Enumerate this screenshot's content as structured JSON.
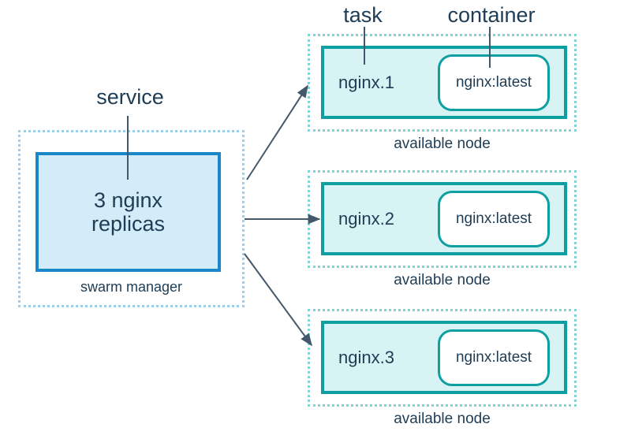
{
  "colors": {
    "text": "#1e3c55",
    "arrow": "#43586c",
    "teal_border": "#0e9fa2",
    "teal_fill": "#d8f3f4",
    "teal_dotted": "#82d3d6",
    "blue_border": "#1987c8",
    "blue_fill": "#d4ecfa",
    "blue_dotted": "#9bcfec",
    "container_bg": "#ffffff"
  },
  "annotations": {
    "task_label": "task",
    "container_label": "container",
    "service_label": "service"
  },
  "service": {
    "line1": "3 nginx",
    "line2": "replicas",
    "caption": "swarm manager"
  },
  "nodes": [
    {
      "task": "nginx.1",
      "container": "nginx:latest",
      "caption": "available node"
    },
    {
      "task": "nginx.2",
      "container": "nginx:latest",
      "caption": "available node"
    },
    {
      "task": "nginx.3",
      "container": "nginx:latest",
      "caption": "available node"
    }
  ]
}
